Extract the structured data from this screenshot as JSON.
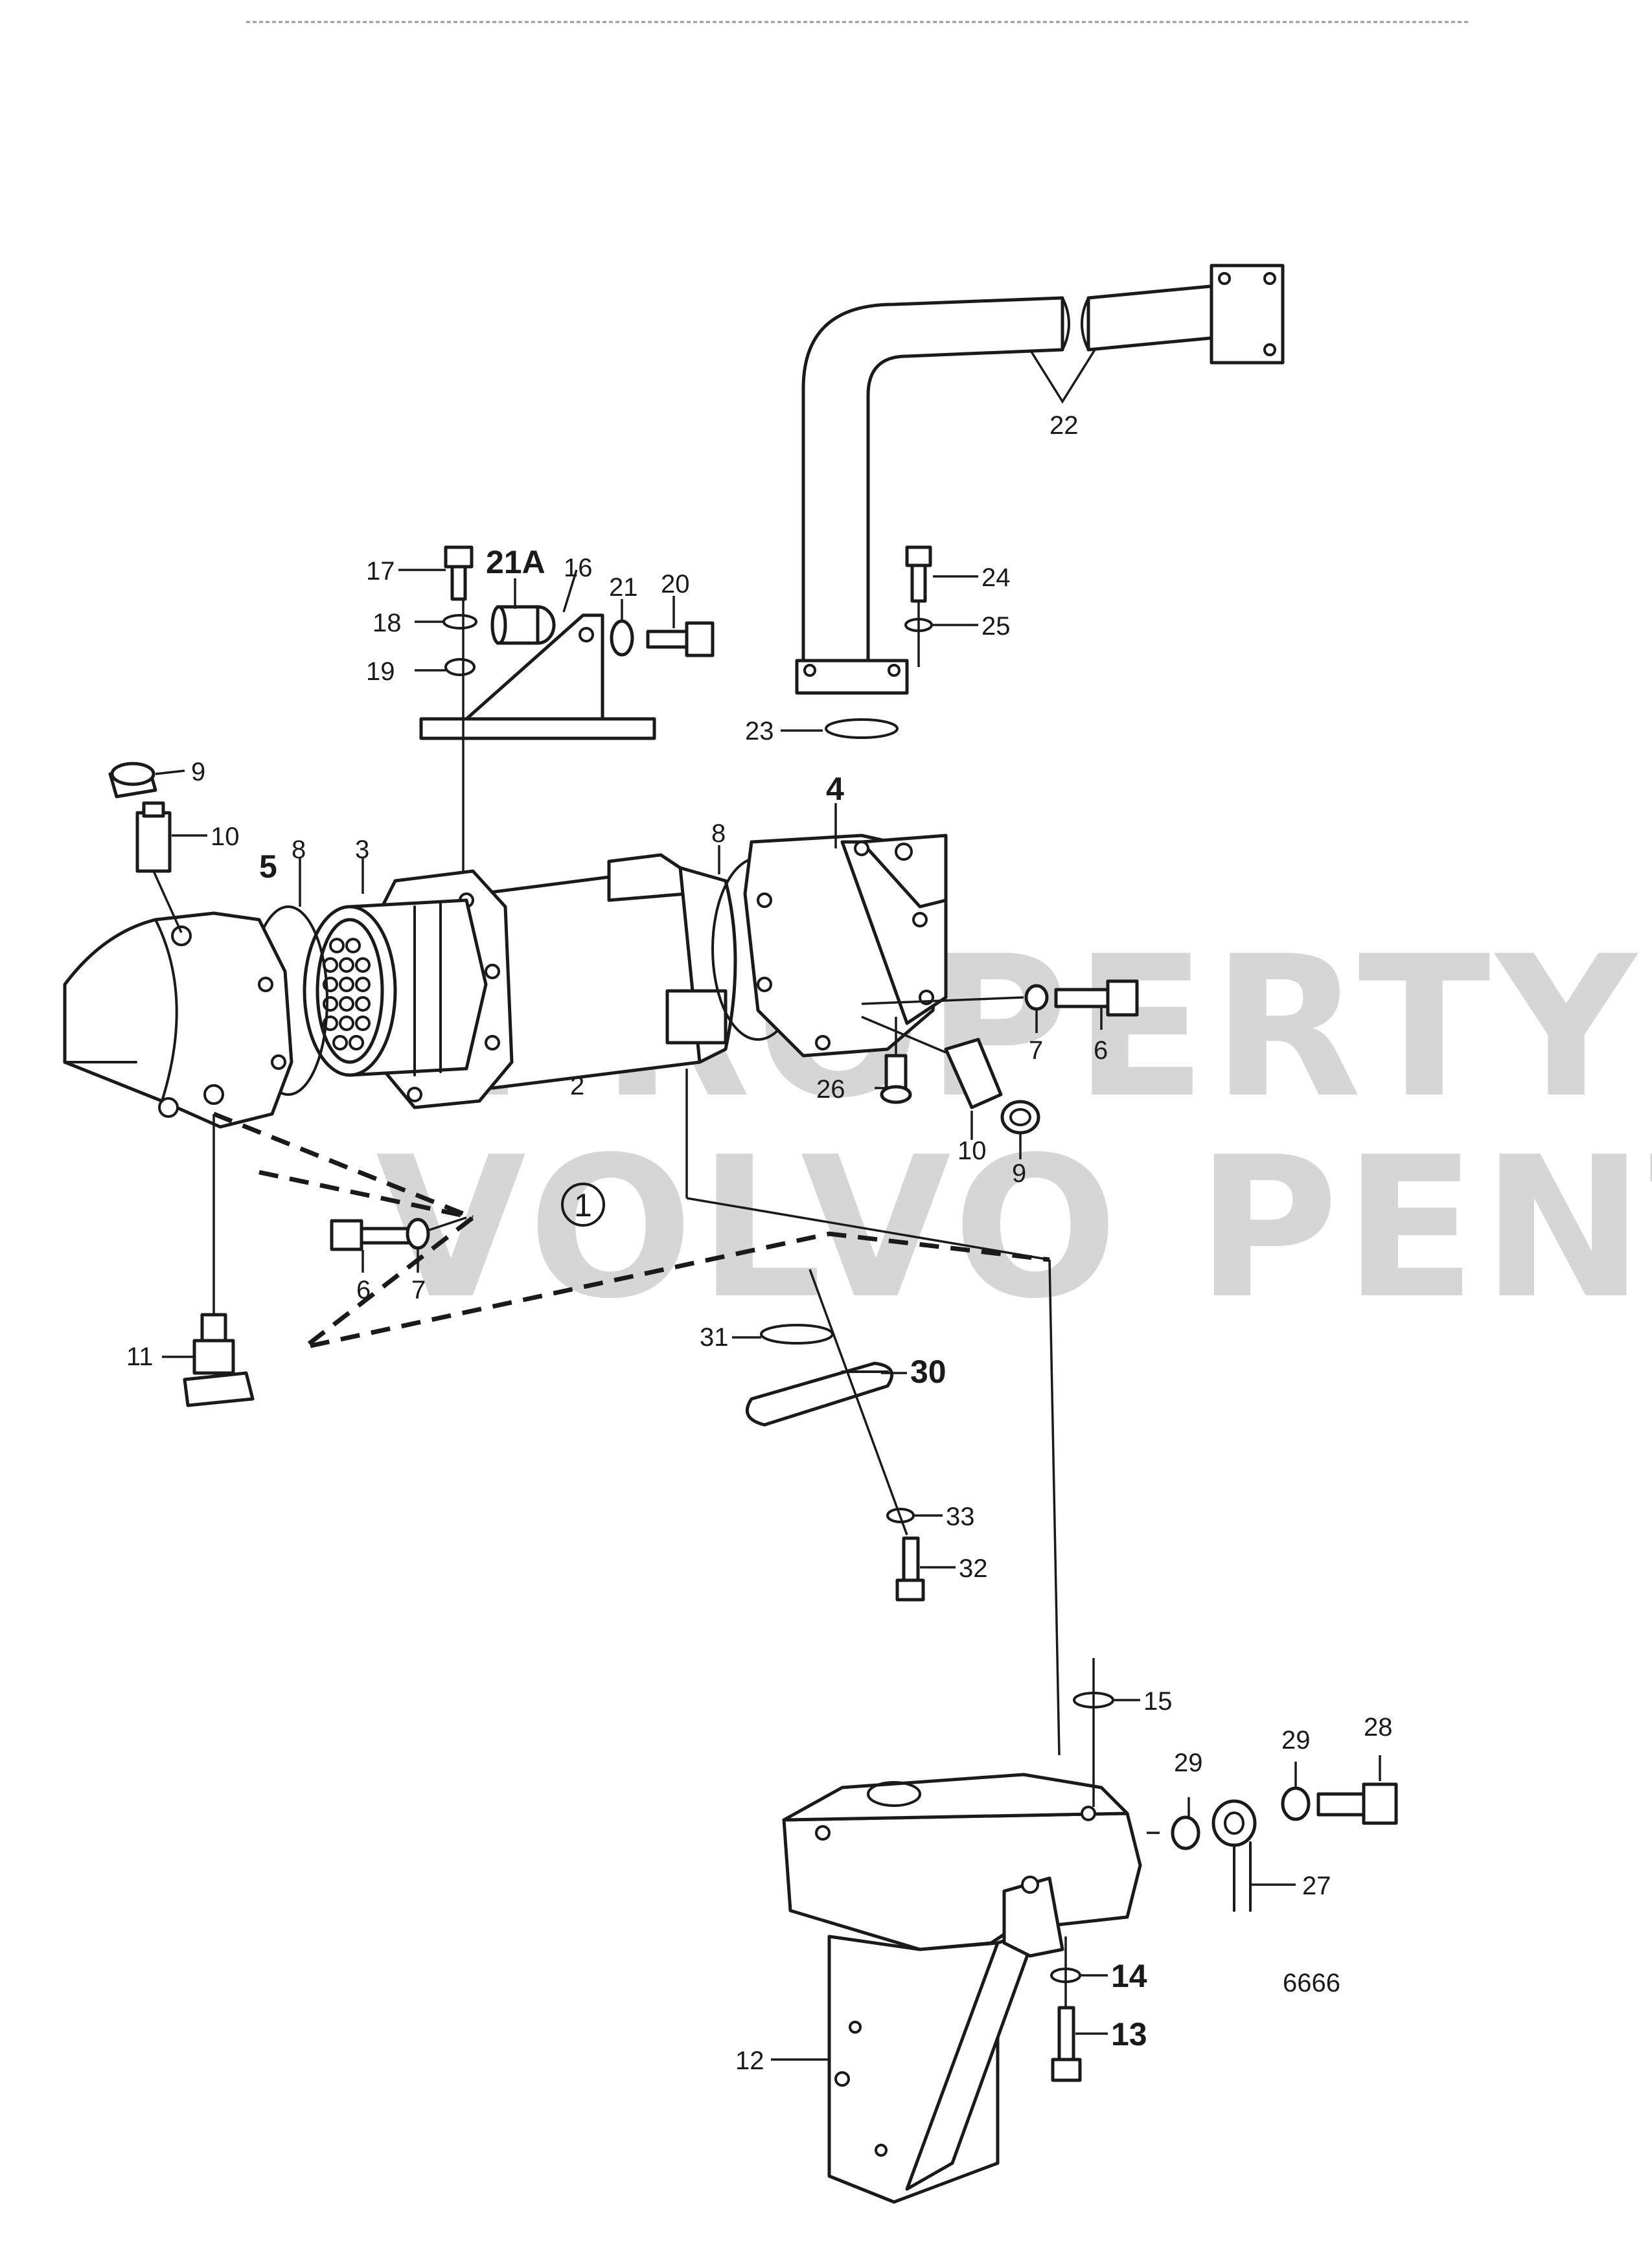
{
  "drawing_number": "6666",
  "watermark": {
    "line1": "PROPERTY OF",
    "line2": "VOLVO PENTA"
  },
  "circled_reference": "1",
  "part_labels": {
    "p2": "2",
    "p3": "3",
    "p4": "4",
    "p5": "5",
    "p6a": "6",
    "p6b": "6",
    "p7a": "7",
    "p7b": "7",
    "p8a": "8",
    "p8b": "8",
    "p9a": "9",
    "p9b": "9",
    "p10a": "10",
    "p10b": "10",
    "p11": "11",
    "p12": "12",
    "p13": "13",
    "p14": "14",
    "p15": "15",
    "p16": "16",
    "p17": "17",
    "p18": "18",
    "p19": "19",
    "p20": "20",
    "p21": "21",
    "p21a": "21A",
    "p22": "22",
    "p23": "23",
    "p24": "24",
    "p25": "25",
    "p26": "26",
    "p27": "27",
    "p28": "28",
    "p29a": "29",
    "p29b": "29",
    "p30": "30",
    "p31": "31",
    "p32": "32",
    "p33": "33"
  }
}
